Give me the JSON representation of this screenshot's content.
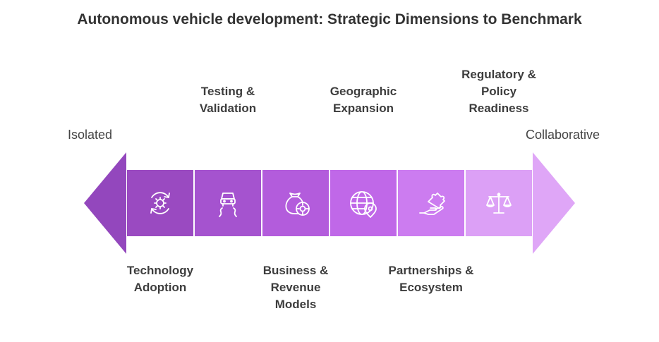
{
  "title": "Autonomous vehicle development: Strategic Dimensions to Benchmark",
  "scale": {
    "left_label": "Isolated",
    "right_label": "Collaborative"
  },
  "colors": {
    "segments": [
      "#9a4ac1",
      "#a553cf",
      "#b35cdc",
      "#c068e8",
      "#cc7cf0",
      "#dca0f6"
    ],
    "left_arrow": "#9347bd",
    "right_arrow": "#dfa6f7"
  },
  "dimensions": [
    {
      "label": "Technology\nAdoption",
      "icon": "cycle-gear-icon",
      "position": "below"
    },
    {
      "label": "Testing &\nValidation",
      "icon": "car-road-icon",
      "position": "above"
    },
    {
      "label": "Business &\nRevenue\nModels",
      "icon": "money-bag-chip-icon",
      "position": "below"
    },
    {
      "label": "Geographic\nExpansion",
      "icon": "globe-pin-icon",
      "position": "above"
    },
    {
      "label": "Partnerships &\nEcosystem",
      "icon": "hand-puzzle-icon",
      "position": "below"
    },
    {
      "label": "Regulatory &\nPolicy\nReadiness",
      "icon": "scales-icon",
      "position": "above"
    }
  ]
}
